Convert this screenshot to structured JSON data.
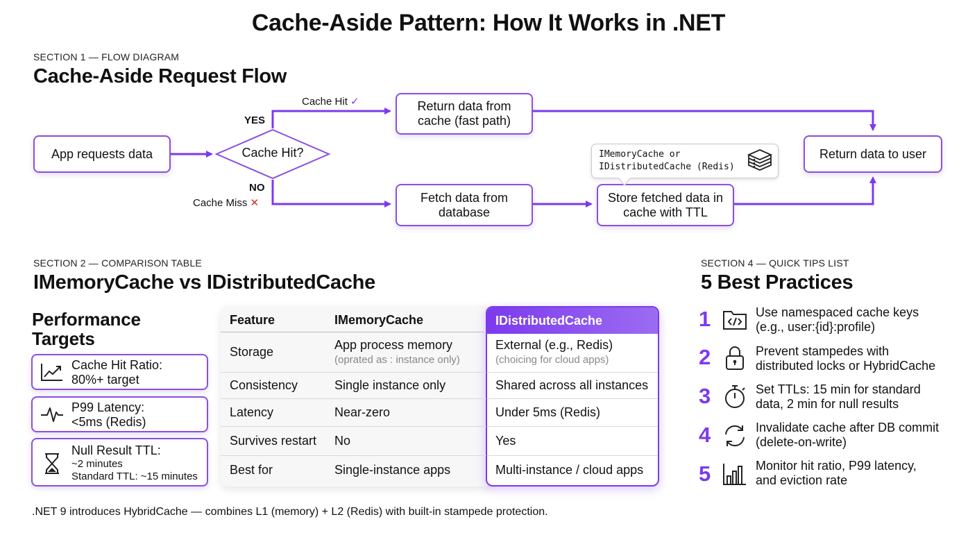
{
  "title": "Cache-Aside Pattern: How It Works in .NET",
  "section1": {
    "label": "SECTION 1 — FLOW DIAGRAM",
    "title": "Cache-Aside Request Flow",
    "nodes": {
      "app_requests": "App requests data",
      "decision": "Cache Hit?",
      "return_cache_line1": "Return data from",
      "return_cache_line2": "cache (fast path)",
      "fetch_db_line1": "Fetch data from",
      "fetch_db_line2": "database",
      "store_line1": "Store fetched data in",
      "store_line2": "cache with TTL",
      "return_user": "Return data to user"
    },
    "labels": {
      "yes": "YES",
      "no": "NO",
      "cache_hit": "Cache Hit",
      "cache_miss": "Cache Miss",
      "check": "✓",
      "cross": "✕"
    },
    "callout": {
      "line1": "IMemoryCache or",
      "line2": "IDistributedCache (Redis)"
    }
  },
  "section2": {
    "label": "SECTION 2 — COMPARISON TABLE",
    "title": "IMemoryCache vs IDistributedCache",
    "perf_title_line1": "Performance",
    "perf_title_line2": "Targets",
    "cards": [
      {
        "line1": "Cache Hit Ratio:",
        "line2": "80%+ target",
        "icon": "trending-up-icon"
      },
      {
        "line1": "P99 Latency:",
        "line2": "<5ms (Redis)",
        "icon": "heartbeat-icon"
      },
      {
        "line1": "Null Result TTL:",
        "line2": "~2 minutes",
        "line3": "Standard TTL: ~15 minutes",
        "icon": "hourglass-icon"
      }
    ],
    "table": {
      "headers": [
        "Feature",
        "IMemoryCache",
        "IDistributedCache"
      ],
      "rows": [
        {
          "feature": "Storage",
          "memory": "App process memory",
          "memory_sub": "(oprated as : instance only)",
          "distributed": "External (e.g., Redis)",
          "distributed_sub": "(choicing for cloud apps)"
        },
        {
          "feature": "Consistency",
          "memory": "Single instance only",
          "distributed": "Shared across all instances"
        },
        {
          "feature": "Latency",
          "memory": "Near-zero",
          "distributed": "Under 5ms (Redis)"
        },
        {
          "feature": "Survives restart",
          "memory": "No",
          "distributed": "Yes"
        },
        {
          "feature": "Best for",
          "memory": "Single-instance apps",
          "distributed": "Multi-instance / cloud apps"
        }
      ]
    }
  },
  "section4": {
    "label": "SECTION 4 — QUICK TIPS LIST",
    "title": "5 Best Practices",
    "tips": [
      {
        "num": "1",
        "line1": "Use namespaced cache keys",
        "line2": "(e.g., user:{id}:profile)",
        "icon": "code-folder-icon"
      },
      {
        "num": "2",
        "line1": "Prevent stampedes with",
        "line2": "distributed locks or HybridCache",
        "icon": "lock-icon"
      },
      {
        "num": "3",
        "line1": "Set TTLs: 15 min for standard",
        "line2": "data, 2 min for null results",
        "icon": "stopwatch-icon"
      },
      {
        "num": "4",
        "line1": "Invalidate cache after DB commit",
        "line2": "(delete-on-write)",
        "icon": "refresh-icon"
      },
      {
        "num": "5",
        "line1": "Monitor hit ratio, P99 latency,",
        "line2": "and eviction rate",
        "icon": "bar-chart-icon"
      }
    ]
  },
  "footer": ".NET 9 introduces HybridCache — combines L1 (memory) + L2 (Redis) with built-in stampede protection.",
  "colors": {
    "accent": "#7c3aed",
    "border": "#8a4fe0",
    "cross": "#dc2626"
  }
}
